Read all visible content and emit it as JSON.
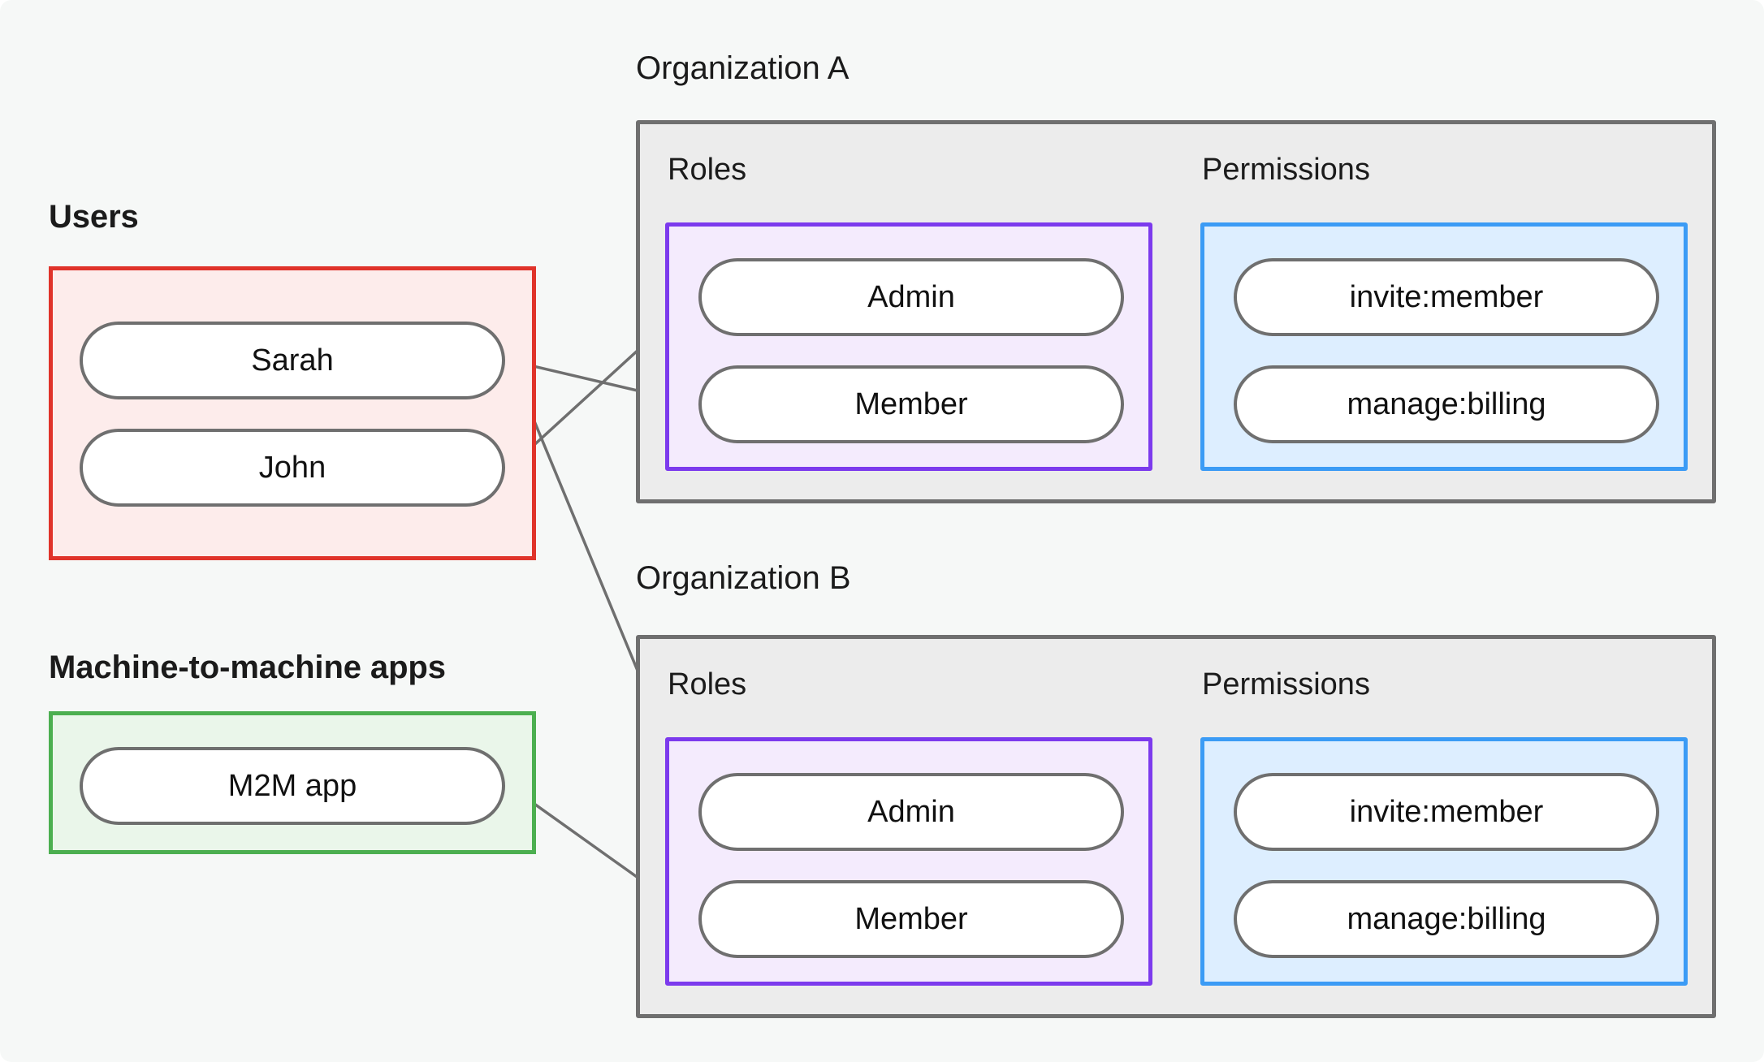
{
  "diagram": {
    "title_colors": {
      "background": "#f6f8f7",
      "users_border": "#e0332a",
      "users_fill": "#fdeceb",
      "m2m_border": "#4caf50",
      "m2m_fill": "#eaf6ea",
      "org_border": "#6f6f6f",
      "org_fill": "#ececec",
      "roles_border": "#7c3aed",
      "roles_fill": "#f4ebfd",
      "permissions_border": "#3b9bf5",
      "permissions_fill": "#ddeeff",
      "node_border": "#6f6f6f",
      "node_fill": "#ffffff",
      "edge": "#6f6f6f"
    },
    "groups": {
      "users": {
        "caption": "Users",
        "nodes": [
          {
            "id": "sarah",
            "label": "Sarah"
          },
          {
            "id": "john",
            "label": "John"
          }
        ]
      },
      "m2m": {
        "caption": "Machine-to-machine apps",
        "nodes": [
          {
            "id": "m2m-app",
            "label": "M2M app"
          }
        ]
      }
    },
    "organizations": [
      {
        "id": "org-a",
        "caption": "Organization A",
        "roles_header": "Roles",
        "permissions_header": "Permissions",
        "roles": [
          {
            "id": "org-a-admin",
            "label": "Admin"
          },
          {
            "id": "org-a-member",
            "label": "Member"
          }
        ],
        "permissions": [
          {
            "id": "org-a-invite",
            "label": "invite:member"
          },
          {
            "id": "org-a-billing",
            "label": "manage:billing"
          }
        ]
      },
      {
        "id": "org-b",
        "caption": "Organization B",
        "roles_header": "Roles",
        "permissions_header": "Permissions",
        "roles": [
          {
            "id": "org-b-admin",
            "label": "Admin"
          },
          {
            "id": "org-b-member",
            "label": "Member"
          }
        ],
        "permissions": [
          {
            "id": "org-b-invite",
            "label": "invite:member"
          },
          {
            "id": "org-b-billing",
            "label": "manage:billing"
          }
        ]
      }
    ],
    "edges": [
      {
        "from": "john",
        "to": "org-a-admin"
      },
      {
        "from": "sarah",
        "to": "org-a-member"
      },
      {
        "from": "sarah",
        "to": "org-b-admin"
      },
      {
        "from": "m2m-app",
        "to": "org-b-member"
      },
      {
        "from": "org-a-admin",
        "to": "org-a-invite"
      },
      {
        "from": "org-a-admin",
        "to": "org-a-billing"
      },
      {
        "from": "org-a-member",
        "to": "org-a-billing"
      },
      {
        "from": "org-b-admin",
        "to": "org-b-invite"
      },
      {
        "from": "org-b-admin",
        "to": "org-b-billing"
      },
      {
        "from": "org-b-member",
        "to": "org-b-billing"
      }
    ]
  }
}
